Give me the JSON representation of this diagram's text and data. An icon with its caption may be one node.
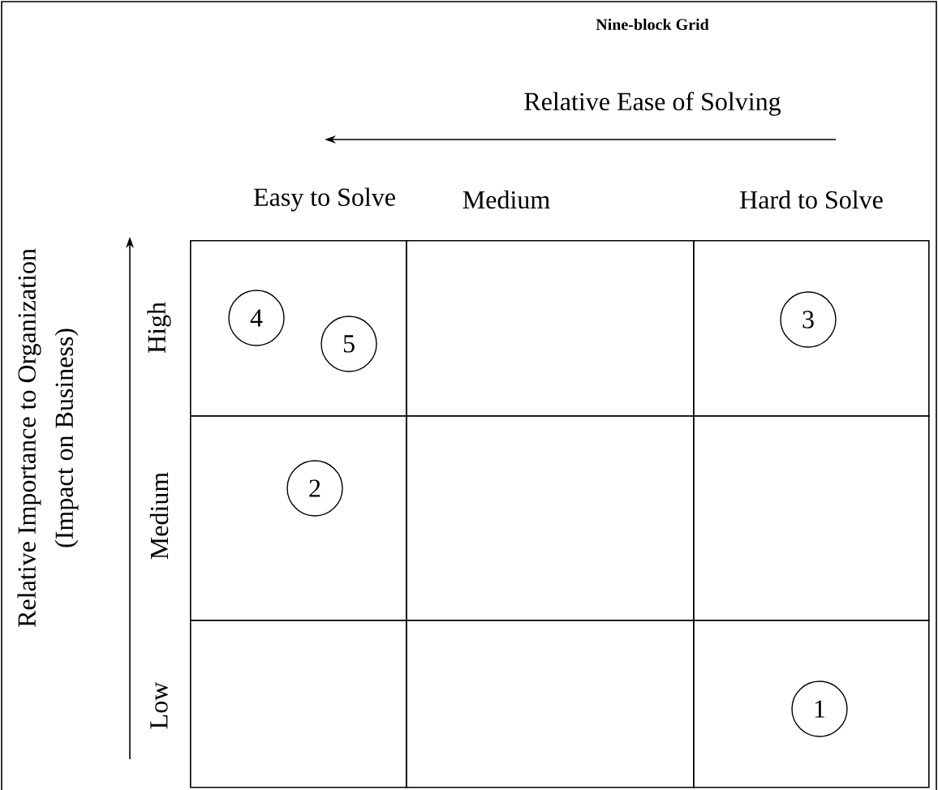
{
  "diagram": {
    "title": "Nine-block Grid",
    "nodes": [
      {
        "text": [],
        "shape": "box"
      },
      {
        "text": [],
        "shape": "box"
      },
      {
        "text": [],
        "shape": "box"
      },
      {
        "text": [],
        "shape": "box"
      },
      {
        "text": [],
        "shape": "box"
      },
      {
        "text": [],
        "shape": "box"
      },
      {
        "text": [],
        "shape": "box"
      },
      {
        "text": [],
        "shape": "box"
      },
      {
        "text": [],
        "shape": "box"
      },
      {
        "text": [
          "4"
        ],
        "in": 0
      },
      {
        "text": [
          "5"
        ],
        "in": 0
      },
      {
        "text": [
          "3"
        ],
        "in": 2
      },
      {
        "text": [
          "2"
        ],
        "in": 3
      },
      {
        "text": [
          "1"
        ],
        "in": 8
      }
    ],
    "edges": [],
    "labels": [
      "Relative Ease of Solving",
      "Easy to Solve",
      "Medium",
      "Hard to Solve",
      "Relative Importance to Organization",
      "(Impact on Business)",
      "High",
      "Medium",
      "Low"
    ]
  }
}
